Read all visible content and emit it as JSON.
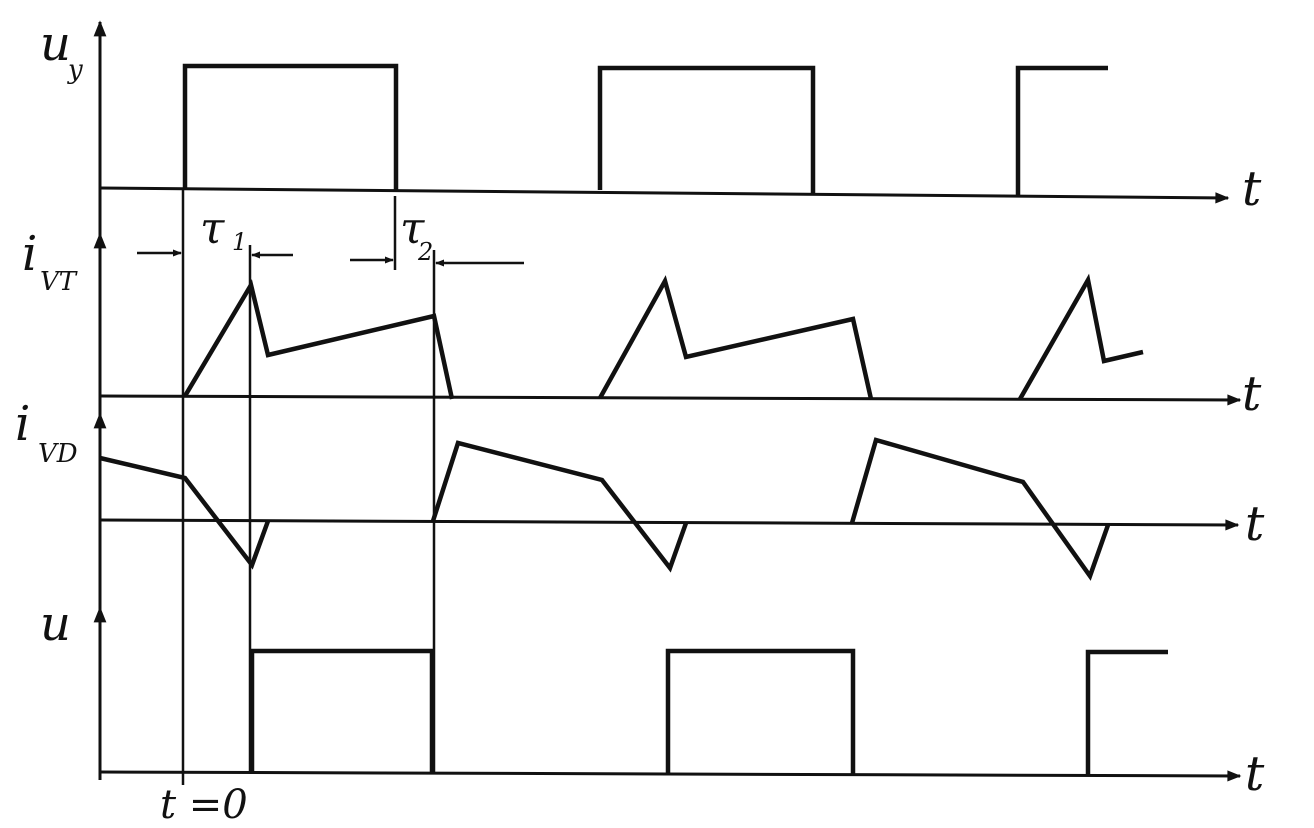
{
  "labels": {
    "uy_main": "u",
    "uy_sub": "y",
    "ivt_main": "i",
    "ivt_sub": "VT",
    "ivd_main": "i",
    "ivd_sub": "VD",
    "u_main": "u",
    "t_axis": "t",
    "tau1_main": "τ",
    "tau1_sub": "1",
    "tau2_main": "τ",
    "tau2_sub": "2",
    "origin": "t =0"
  },
  "colors": {
    "ink": "#111111",
    "background": "#ffffff"
  }
}
